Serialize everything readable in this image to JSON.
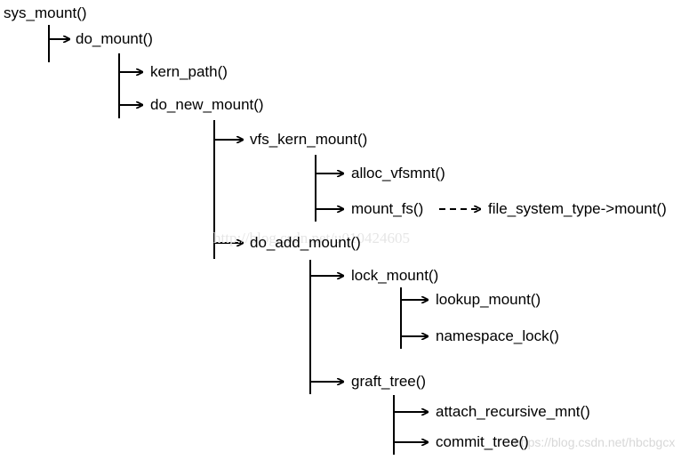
{
  "nodes": {
    "sys_mount": "sys_mount()",
    "do_mount": "do_mount()",
    "kern_path": "kern_path()",
    "do_new_mount": "do_new_mount()",
    "vfs_kern_mount": "vfs_kern_mount()",
    "alloc_vfsmnt": "alloc_vfsmnt()",
    "mount_fs": "mount_fs()",
    "file_system_type_mount": "file_system_type->mount()",
    "do_add_mount": "do_add_mount()",
    "lock_mount": "lock_mount()",
    "lookup_mount": "lookup_mount()",
    "namespace_lock": "namespace_lock()",
    "graft_tree": "graft_tree()",
    "attach_recursive_mnt": "attach_recursive_mnt()",
    "commit_tree": "commit_tree()"
  },
  "watermarks": {
    "center": "http://blog.csdn.net/u010424605",
    "bottom_right": "https://blog.csdn.net/hbcbgcx"
  },
  "colors": {
    "line": "#000000",
    "text": "#000000",
    "watermark": "#e6e6e6"
  }
}
